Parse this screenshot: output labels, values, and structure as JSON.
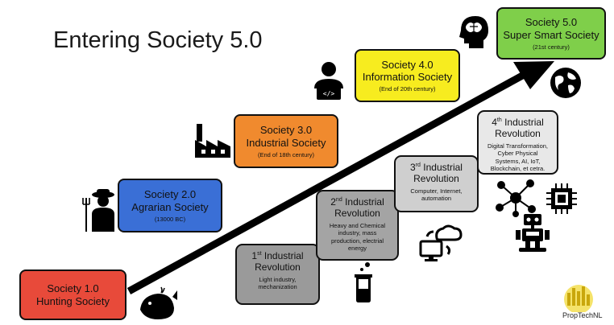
{
  "title": "Entering Society 5.0",
  "societies": [
    {
      "name": "Society 1.0",
      "sub": "Hunting Society",
      "note": "",
      "color": "#e84a3a"
    },
    {
      "name": "Society 2.0",
      "sub": "Agrarian Society",
      "note": "(13000 BC)",
      "color": "#3a6fd6"
    },
    {
      "name": "Society 3.0",
      "sub": "Industrial Society",
      "note": "(End of 18th century)",
      "color": "#f08a2e"
    },
    {
      "name": "Society 4.0",
      "sub": "Information Society",
      "note": "(End of 20th century)",
      "color": "#f7ec1f"
    },
    {
      "name": "Society 5.0",
      "sub": "Super Smart Society",
      "note": "(21st century)",
      "color": "#7fcf4a"
    }
  ],
  "revolutions": [
    {
      "ord": "1",
      "sup": "st",
      "line1": "Industrial",
      "line2": "Revolution",
      "desc": [
        "Light industry,",
        "mechanization"
      ]
    },
    {
      "ord": "2",
      "sup": "nd",
      "line1": "Industrial",
      "line2": "Revolution",
      "desc": [
        "Heavy and Chemical",
        "industry, mass",
        "production, electrial",
        "energy"
      ]
    },
    {
      "ord": "3",
      "sup": "rd",
      "line1": "Industrial",
      "line2": "Revolution",
      "desc": [
        "Computer, Internet,",
        "automation"
      ]
    },
    {
      "ord": "4",
      "sup": "th",
      "line1": "Industrial",
      "line2": "Revolution",
      "desc": [
        "Digital Transformation,",
        "Cyber Physical",
        "Systems, AI, IoT,",
        "Blockchain, et cetra."
      ]
    }
  ],
  "icons": [
    "whale-icon",
    "farmer-icon",
    "factory-icon",
    "laptop-user-icon",
    "brain-head-icon",
    "globe-icon",
    "beaker-icon",
    "cloud-computer-icon",
    "network-icon",
    "chip-icon",
    "robot-icon"
  ],
  "logo_text": "PropTechNL"
}
